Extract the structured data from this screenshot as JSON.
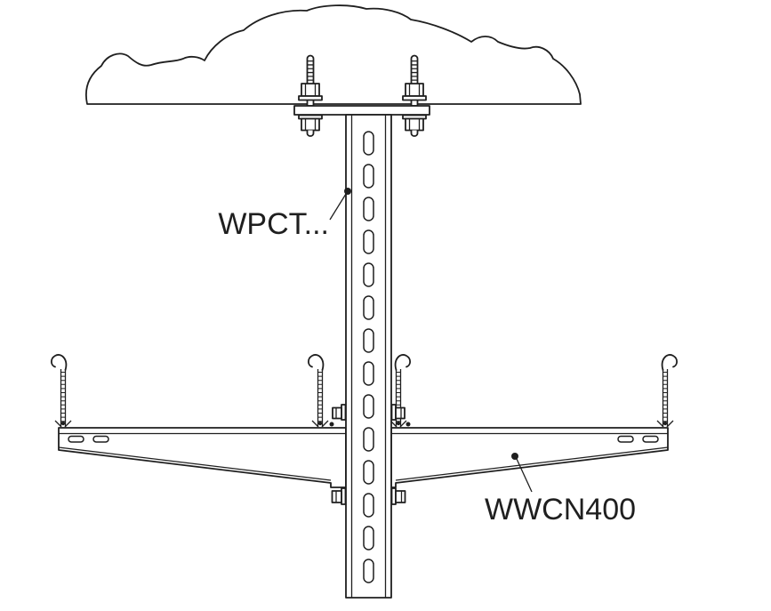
{
  "figure": {
    "kind": "technical-installation-diagram",
    "background": "#ffffff",
    "line_color": "#1f1f1f",
    "callouts": [
      {
        "id": "wpct",
        "label": "WPCT...",
        "target": "vertical-slotted-channel"
      },
      {
        "id": "wwcn400",
        "label": "WWCN400",
        "target": "cantilever-bracket-arm"
      }
    ]
  }
}
